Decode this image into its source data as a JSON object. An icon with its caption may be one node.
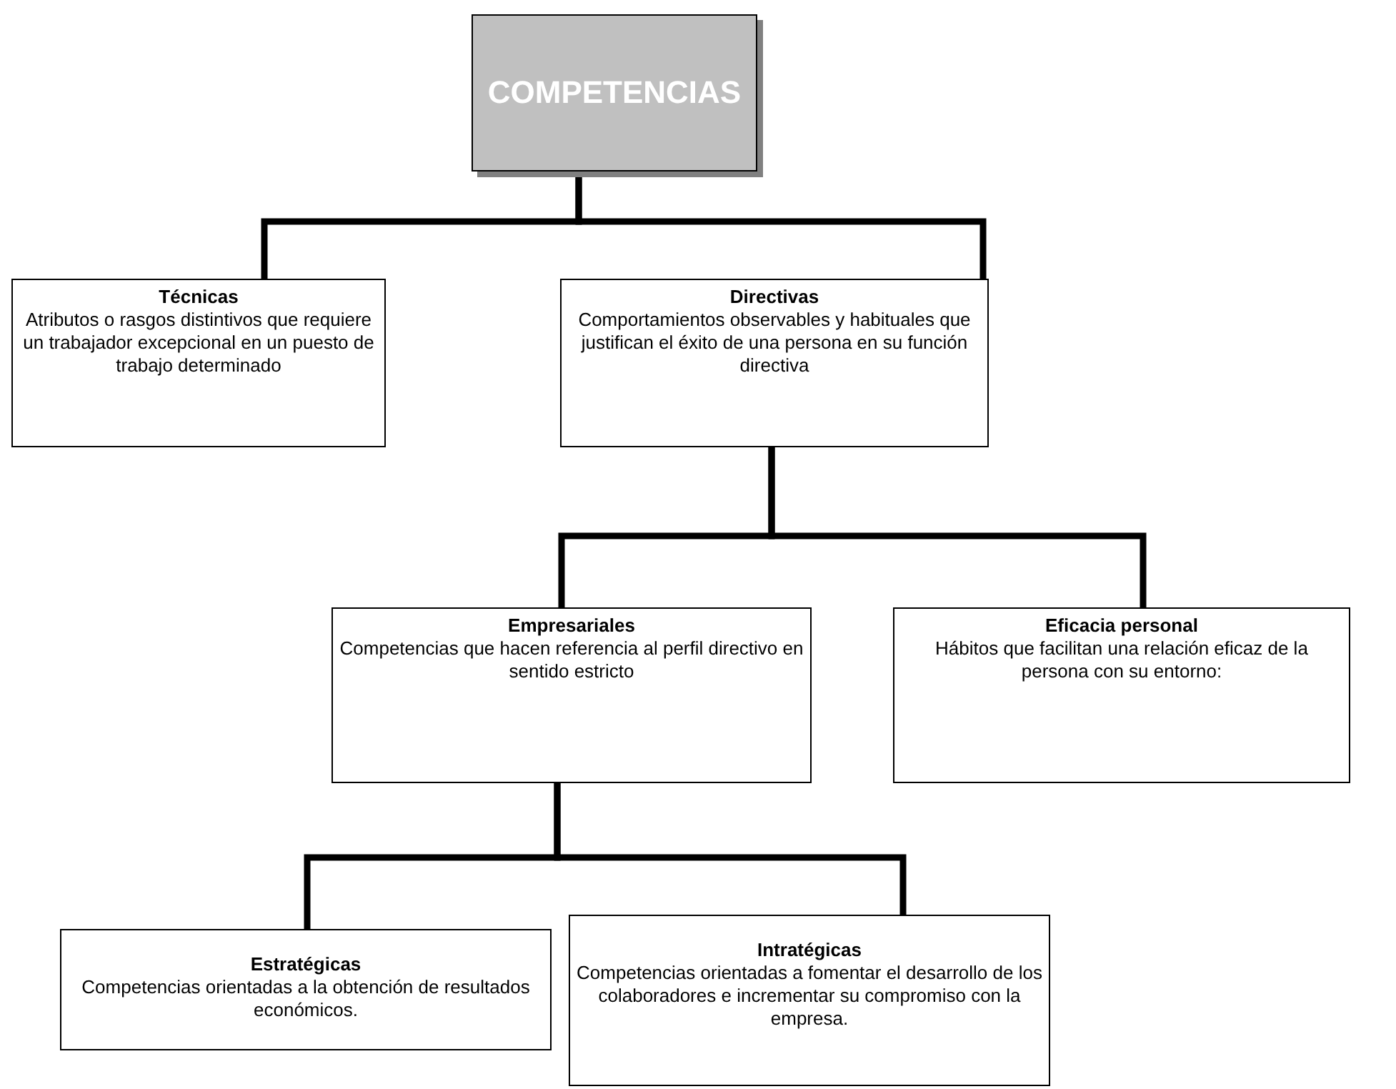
{
  "diagram": {
    "nodes": [
      {
        "text": [
          "COMPETENCIAS"
        ]
      },
      {
        "text": [
          "Técnicas",
          "Atributos o rasgos distintivos que requiere un trabajador excepcional en un puesto de trabajo determinado"
        ]
      },
      {
        "text": [
          "Directivas",
          "Comportamientos observables y habituales que justifican el éxito de una persona en su función directiva"
        ]
      },
      {
        "text": [
          "Empresariales",
          "Competencias que hacen referencia al perfil directivo en sentido estricto"
        ]
      },
      {
        "text": [
          "Eficacia personal",
          "Hábitos que facilitan una relación  eficaz de la persona con su entorno:"
        ]
      },
      {
        "text": [
          "Estratégicas",
          "Competencias orientadas a la obtención de resultados económicos."
        ]
      },
      {
        "text": [
          "Intratégicas",
          "Competencias orientadas a fomentar el desarrollo de los colaboradores e incrementar su compromiso con la empresa."
        ]
      }
    ],
    "edges": [
      {
        "from": 0,
        "to": 1,
        "arrow": "none"
      },
      {
        "from": 0,
        "to": 2,
        "arrow": "none"
      },
      {
        "from": 2,
        "to": 3,
        "arrow": "none"
      },
      {
        "from": 2,
        "to": 4,
        "arrow": "none"
      },
      {
        "from": 3,
        "to": 5,
        "arrow": "none"
      },
      {
        "from": 3,
        "to": 6,
        "arrow": "none"
      }
    ]
  }
}
